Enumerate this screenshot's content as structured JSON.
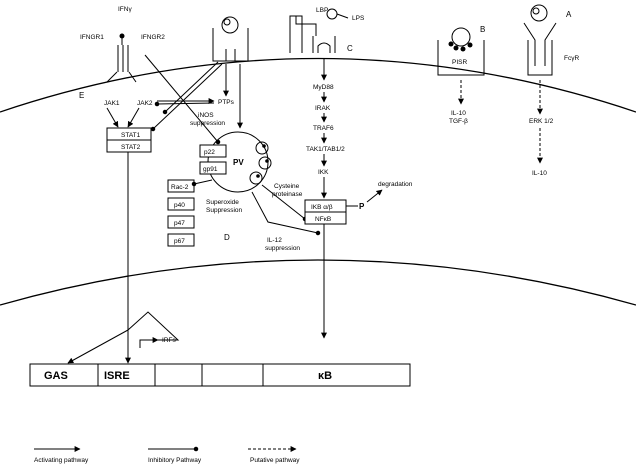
{
  "receptors": {
    "ifng": "IFNγ",
    "ifngr1": "IFNGR1",
    "ifngr2": "IFNGR2",
    "lbp": "LBP",
    "lps": "LPS",
    "pisr": "PISR",
    "fcgr": "FcγR"
  },
  "panel_letters": {
    "a": "A",
    "b": "B",
    "c": "C",
    "d": "D",
    "e": "E"
  },
  "signaling": {
    "jak1": "JAK1",
    "jak2": "JAK2",
    "stat1": "STAT1",
    "stat2": "STAT2",
    "ptps": "PTPs",
    "inos_1": "iNOS",
    "inos_2": "suppression",
    "pv": "PV",
    "p22": "p22",
    "gp91": "gp91",
    "rac2": "Rac-2",
    "p40": "p40",
    "p47": "p47",
    "p67": "p67",
    "superoxide_1": "Superoxide",
    "superoxide_2": "Suppression",
    "cysteine_1": "Cysteine",
    "cysteine_2": "proteinase",
    "myd88": "MyD88",
    "irak": "IRAK",
    "traf6": "TRAF6",
    "tak1": "TAK1/TAB1/2",
    "ikk": "IKK",
    "ikb": "IKB α/β",
    "nfkb": "NFκB",
    "p": "P",
    "degradation": "degradation",
    "il12_1": "IL-12",
    "il12_2": "suppression",
    "il10_tgfb_1": "IL-10",
    "il10_tgfb_2": "TGF-β",
    "erk": "ERK 1/2",
    "il10": "IL-10",
    "irfs": "IRFs"
  },
  "dna": {
    "gas": "GAS",
    "isre": "ISRE",
    "kb": "κB"
  },
  "legend": {
    "activating": "Activating pathway",
    "inhibitory": "Inhibitory Pathway",
    "putative": "Putative pathway"
  }
}
